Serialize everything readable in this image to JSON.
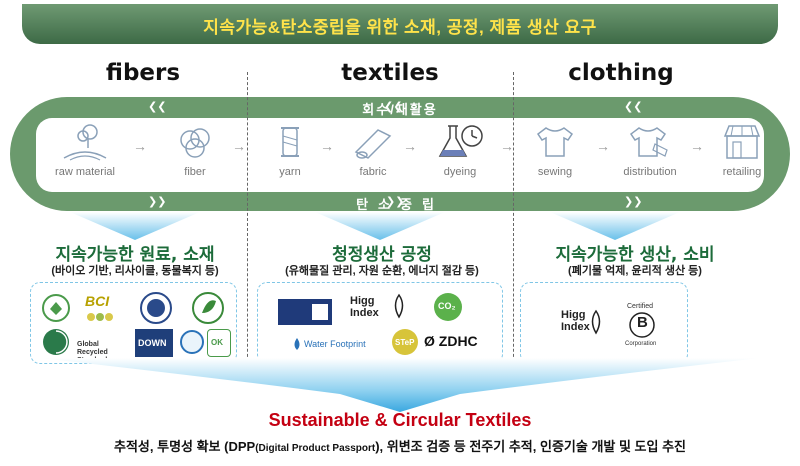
{
  "banner": {
    "title": "지속가능&탄소중립을 위한 소재, 공정, 제품 생산 요구"
  },
  "columns": {
    "fibers": "fibers",
    "textiles": "textiles",
    "clothing": "clothing"
  },
  "loop": {
    "top_label": "회수/재활용",
    "bottom_label": "탄소중립",
    "steps": [
      "raw material",
      "fiber",
      "yarn",
      "fabric",
      "dyeing",
      "sewing",
      "distribution",
      "retailing"
    ]
  },
  "sections": [
    {
      "title": "지속가능한 원료, 소재",
      "subtitle": "(바이오 기반, 리사이클, 동물복지 등)"
    },
    {
      "title": "청정생산 공정",
      "subtitle": "(유해물질 관리, 자원 순환, 에너지 절감 등)"
    },
    {
      "title": "지속가능한 생산, 소비",
      "subtitle": "(폐기물 억제, 윤리적 생산 등)"
    }
  ],
  "logos": {
    "bci": "BCI",
    "grs": "Global Recycled Standard",
    "down": "DOWN",
    "ok": "OK",
    "higg": "Higg Index",
    "water_footprint": "Water Footprint",
    "stp": "STeP",
    "zdhc": "ZDHC",
    "co2": "CO₂",
    "certified": "Certified",
    "bcorp": "B",
    "corporation": "Corporation"
  },
  "footer": {
    "title": "Sustainable & Circular Textiles",
    "sub_a": "추적성, 투명성 확보 (DPP",
    "sub_small": "(Digital Product Passport",
    "sub_b": "), 위변조 검증 등 전주기 추적, 인증기술 개발 및 도입 추진"
  },
  "colors": {
    "loop": "#6b9a6d",
    "section_title": "#1c6b3a",
    "footer_title": "#c40012",
    "banner_text": "#ffe34a"
  }
}
